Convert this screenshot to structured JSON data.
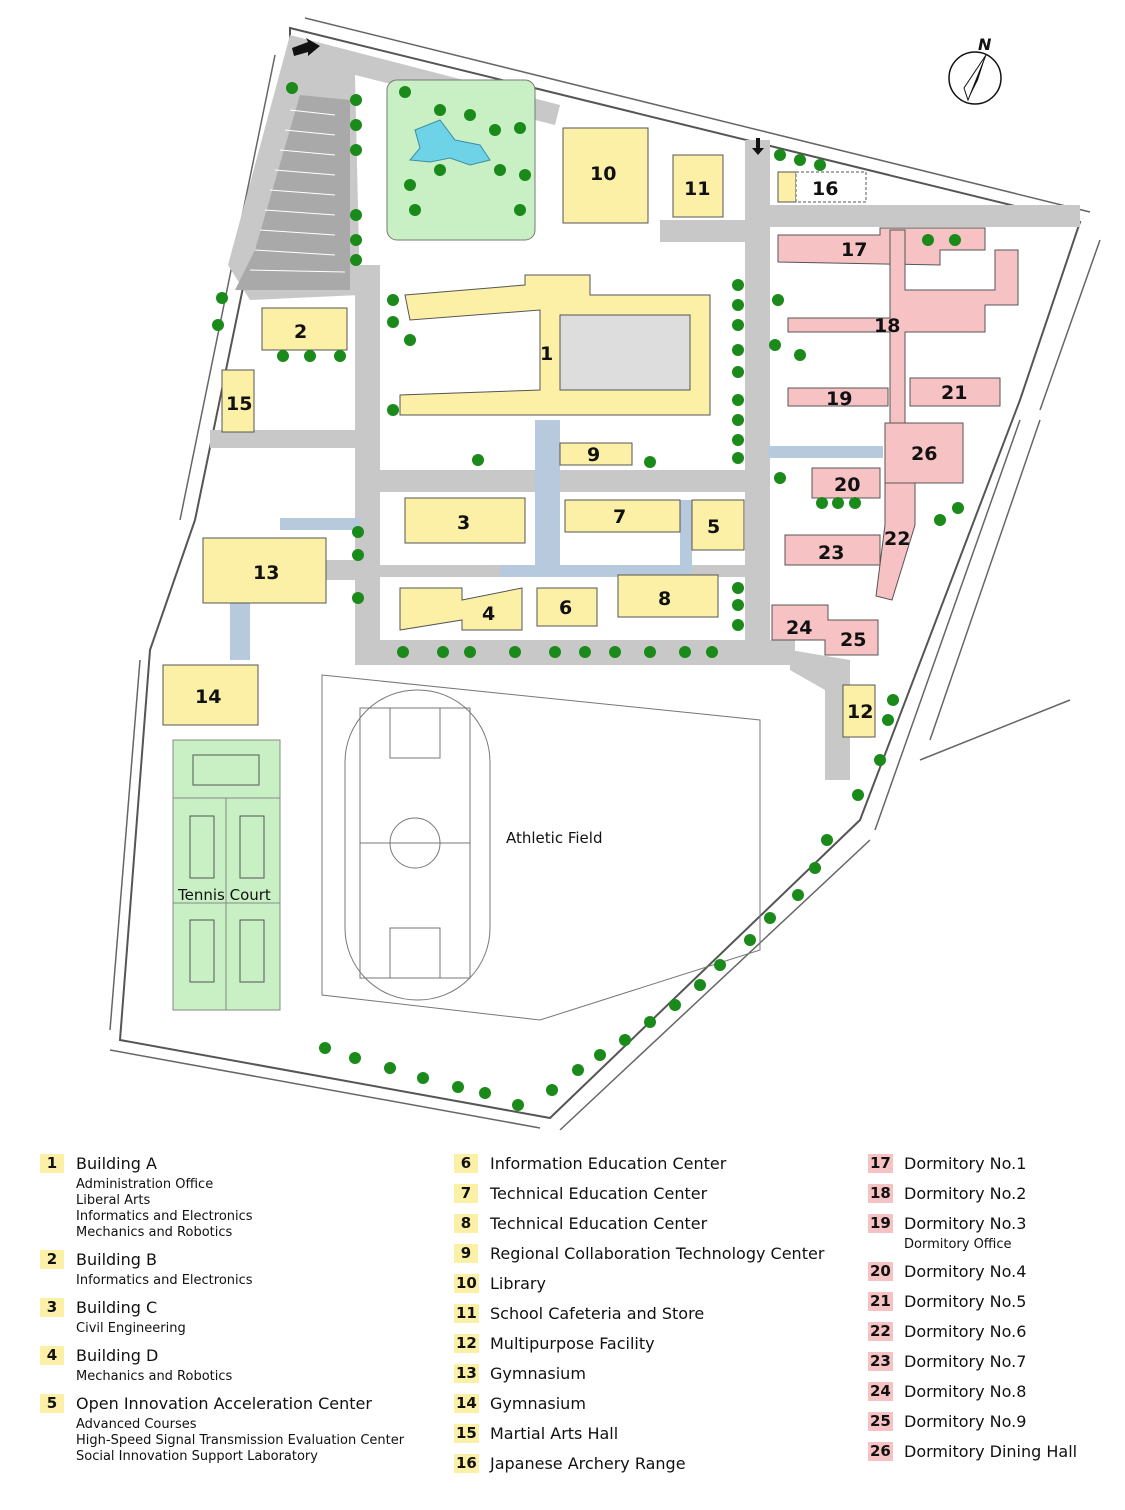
{
  "compass_label": "N",
  "map": {
    "athletic_field_label": "Athletic Field",
    "tennis_court_label": "Tennis Court",
    "buildings": [
      {
        "num": "1",
        "kind": "academic"
      },
      {
        "num": "2",
        "kind": "academic"
      },
      {
        "num": "3",
        "kind": "academic"
      },
      {
        "num": "4",
        "kind": "academic"
      },
      {
        "num": "5",
        "kind": "academic"
      },
      {
        "num": "6",
        "kind": "academic"
      },
      {
        "num": "7",
        "kind": "academic"
      },
      {
        "num": "8",
        "kind": "academic"
      },
      {
        "num": "9",
        "kind": "academic"
      },
      {
        "num": "10",
        "kind": "academic"
      },
      {
        "num": "11",
        "kind": "academic"
      },
      {
        "num": "12",
        "kind": "academic"
      },
      {
        "num": "13",
        "kind": "academic"
      },
      {
        "num": "14",
        "kind": "academic"
      },
      {
        "num": "15",
        "kind": "academic"
      },
      {
        "num": "16",
        "kind": "academic"
      },
      {
        "num": "17",
        "kind": "dormitory"
      },
      {
        "num": "18",
        "kind": "dormitory"
      },
      {
        "num": "19",
        "kind": "dormitory"
      },
      {
        "num": "20",
        "kind": "dormitory"
      },
      {
        "num": "21",
        "kind": "dormitory"
      },
      {
        "num": "22",
        "kind": "dormitory"
      },
      {
        "num": "23",
        "kind": "dormitory"
      },
      {
        "num": "24",
        "kind": "dormitory"
      },
      {
        "num": "25",
        "kind": "dormitory"
      },
      {
        "num": "26",
        "kind": "dormitory"
      }
    ]
  },
  "colors": {
    "academic": "#fbf0a6",
    "dormitory": "#f6c2c4",
    "road": "#c8c8c8",
    "green_area": "#c9f0c4",
    "tree": "#1a8a1a",
    "walkway": "#b7c9dc",
    "pond": "#6fd3e8"
  },
  "legend": {
    "columns": [
      {
        "items": [
          {
            "num": "1",
            "label": "Building A",
            "kind": "academic",
            "sub": [
              "Administration Office",
              "Liberal Arts",
              "Informatics and Electronics",
              "Mechanics and Robotics"
            ]
          },
          {
            "num": "2",
            "label": "Building B",
            "kind": "academic",
            "sub": [
              "Informatics and Electronics"
            ]
          },
          {
            "num": "3",
            "label": "Building C",
            "kind": "academic",
            "sub": [
              "Civil Engineering"
            ]
          },
          {
            "num": "4",
            "label": "Building D",
            "kind": "academic",
            "sub": [
              "Mechanics and Robotics"
            ]
          },
          {
            "num": "5",
            "label": "Open Innovation Acceleration Center",
            "kind": "academic",
            "sub": [
              "Advanced Courses",
              "High-Speed Signal Transmission Evaluation Center",
              "Social Innovation Support Laboratory"
            ]
          }
        ]
      },
      {
        "items": [
          {
            "num": "6",
            "label": "Information Education Center",
            "kind": "academic",
            "sub": []
          },
          {
            "num": "7",
            "label": "Technical Education Center",
            "kind": "academic",
            "sub": []
          },
          {
            "num": "8",
            "label": "Technical Education Center",
            "kind": "academic",
            "sub": []
          },
          {
            "num": "9",
            "label": "Regional Collaboration Technology Center",
            "kind": "academic",
            "sub": []
          },
          {
            "num": "10",
            "label": "Library",
            "kind": "academic",
            "sub": []
          },
          {
            "num": "11",
            "label": "School Cafeteria and Store",
            "kind": "academic",
            "sub": []
          },
          {
            "num": "12",
            "label": "Multipurpose Facility",
            "kind": "academic",
            "sub": []
          },
          {
            "num": "13",
            "label": "Gymnasium",
            "kind": "academic",
            "sub": []
          },
          {
            "num": "14",
            "label": "Gymnasium",
            "kind": "academic",
            "sub": []
          },
          {
            "num": "15",
            "label": "Martial Arts Hall",
            "kind": "academic",
            "sub": []
          },
          {
            "num": "16",
            "label": "Japanese Archery Range",
            "kind": "academic",
            "sub": []
          }
        ]
      },
      {
        "items": [
          {
            "num": "17",
            "label": "Dormitory No.1",
            "kind": "dormitory",
            "sub": []
          },
          {
            "num": "18",
            "label": "Dormitory No.2",
            "kind": "dormitory",
            "sub": []
          },
          {
            "num": "19",
            "label": "Dormitory No.3",
            "kind": "dormitory",
            "sub": [
              "Dormitory Office"
            ]
          },
          {
            "num": "20",
            "label": "Dormitory No.4",
            "kind": "dormitory",
            "sub": []
          },
          {
            "num": "21",
            "label": "Dormitory No.5",
            "kind": "dormitory",
            "sub": []
          },
          {
            "num": "22",
            "label": "Dormitory No.6",
            "kind": "dormitory",
            "sub": []
          },
          {
            "num": "23",
            "label": "Dormitory No.7",
            "kind": "dormitory",
            "sub": []
          },
          {
            "num": "24",
            "label": "Dormitory No.8",
            "kind": "dormitory",
            "sub": []
          },
          {
            "num": "25",
            "label": "Dormitory No.9",
            "kind": "dormitory",
            "sub": []
          },
          {
            "num": "26",
            "label": "Dormitory Dining Hall",
            "kind": "dormitory",
            "sub": []
          }
        ]
      }
    ]
  }
}
